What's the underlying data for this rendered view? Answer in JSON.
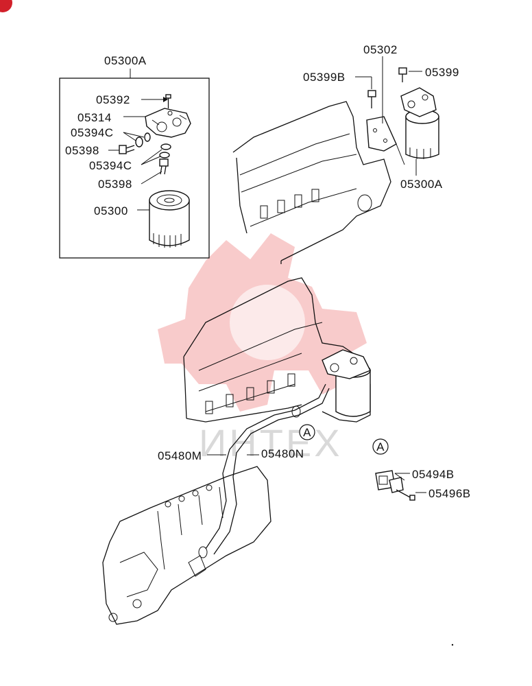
{
  "labels": {
    "l05300A_top": "05300A",
    "l05392": "05392",
    "l05314": "05314",
    "l05394C_1": "05394C",
    "l05398_1": "05398",
    "l05394C_2": "05394C",
    "l05398_2": "05398",
    "l05300": "05300",
    "l05302": "05302",
    "l05399B": "05399B",
    "l05399": "05399",
    "l05300A_right": "05300A",
    "l05480M": "05480M",
    "l05480N": "05480N",
    "l05494B": "05494B",
    "l05496B": "05496B",
    "view_marker_main": "A",
    "view_marker_detail": "A"
  },
  "watermark": {
    "text": "ИНТЕХ",
    "color": "#f3a0a0"
  },
  "colors": {
    "line": "#111111",
    "badge": "#d2202a"
  }
}
